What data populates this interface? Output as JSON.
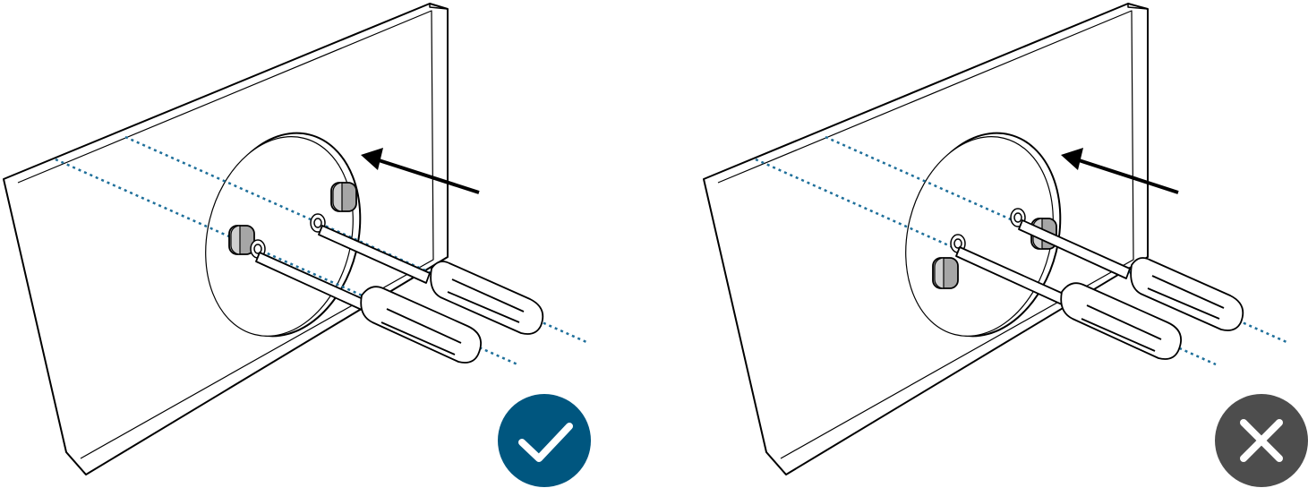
{
  "panels": [
    {
      "id": "correct",
      "verdict": "correct",
      "badge_icon": "checkmark-icon",
      "badge_color": "#00567f"
    },
    {
      "id": "incorrect",
      "verdict": "incorrect",
      "badge_icon": "cross-icon",
      "badge_color": "#4d4d4d"
    }
  ],
  "colors": {
    "line": "#000000",
    "guide_dotted": "#1e6f9a",
    "plug_fill": "#a6a6a6",
    "background": "#ffffff"
  },
  "icons": [
    "arrow-icon",
    "screwdriver-icon",
    "wall-plug-icon",
    "checkmark-icon",
    "cross-icon"
  ]
}
